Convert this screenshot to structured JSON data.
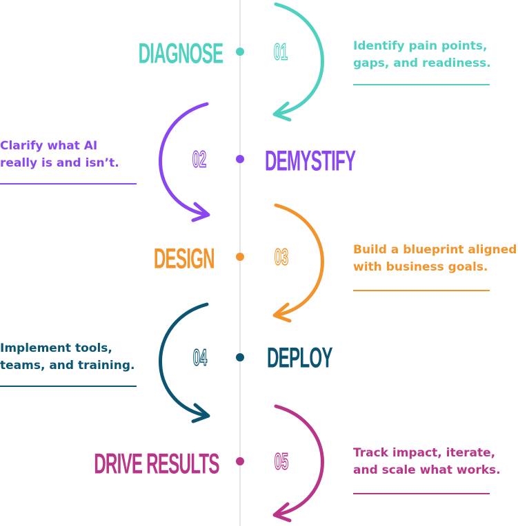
{
  "steps": [
    {
      "number": "01",
      "title": "DIAGNOSE",
      "description_lines": [
        "Identify pain points,",
        "gaps, and readiness."
      ],
      "color": "#4fd1c1",
      "side": "right-arc"
    },
    {
      "number": "02",
      "title": "DEMYSTIFY",
      "description_lines": [
        "Clarify what AI",
        "really is and isn’t."
      ],
      "color": "#8a46f0",
      "side": "left-arc"
    },
    {
      "number": "03",
      "title": "DESIGN",
      "description_lines": [
        "Build a blueprint aligned",
        "with business goals."
      ],
      "color": "#f2942b",
      "side": "right-arc"
    },
    {
      "number": "04",
      "title": "DEPLOY",
      "description_lines": [
        "Implement tools,",
        "teams, and training."
      ],
      "color": "#0b5572",
      "side": "left-arc"
    },
    {
      "number": "05",
      "title": "DRIVE RESULTS",
      "description_lines": [
        "Track impact, iterate,",
        "and scale what works."
      ],
      "color": "#b83588",
      "side": "right-arc"
    }
  ]
}
